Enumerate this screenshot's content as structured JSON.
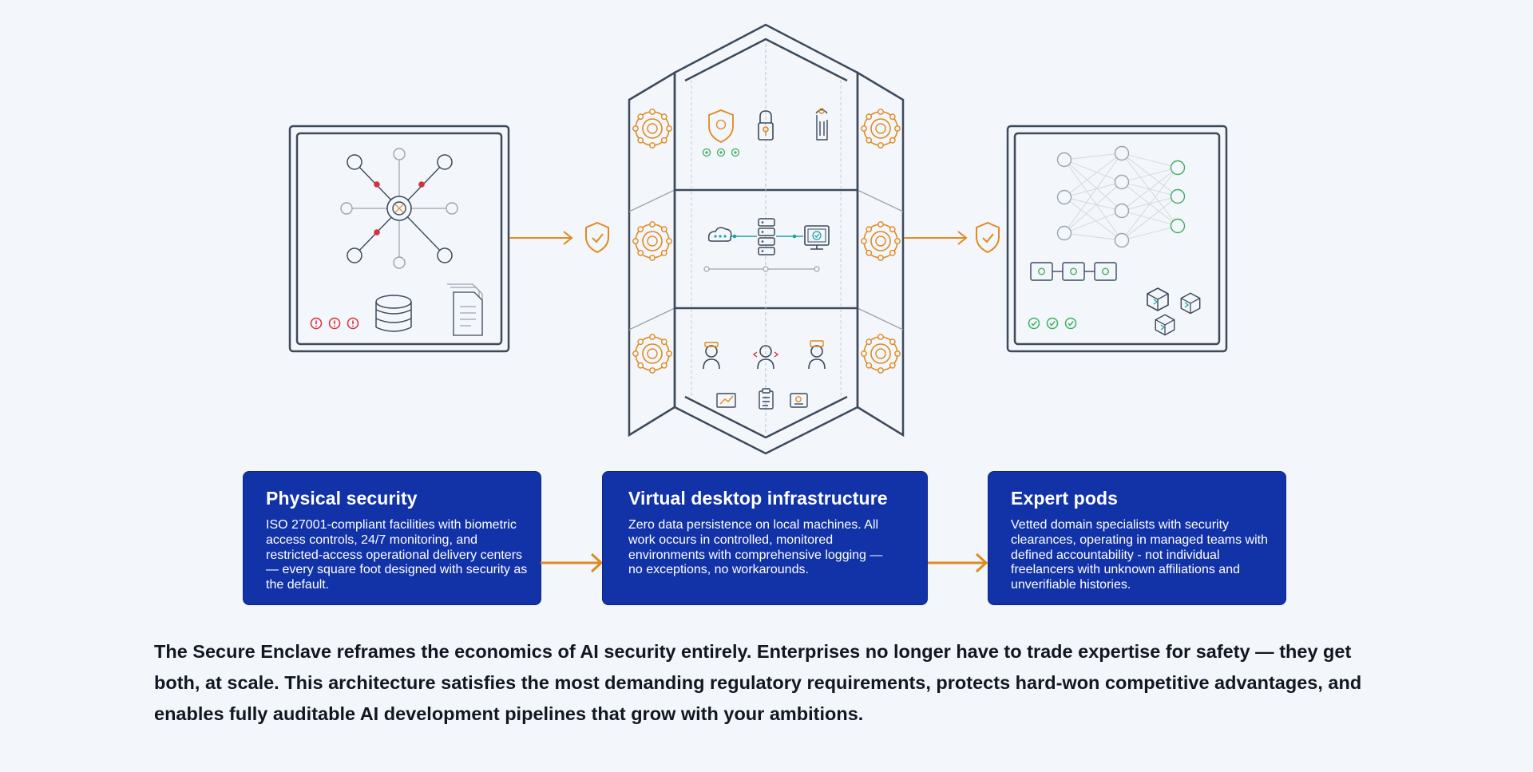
{
  "cards": [
    {
      "title": "Physical security",
      "body": "ISO 27001-compliant facilities with biometric access controls, 24/7 monitoring, and restricted-access operational delivery centers — every square foot designed with security as the default."
    },
    {
      "title": "Virtual desktop infrastructure",
      "body": "Zero data persistence on local machines. All work occurs in controlled, monitored environments with comprehensive logging — no exceptions, no workarounds."
    },
    {
      "title": "Expert pods",
      "body": "Vetted domain specialists with security clearances, operating in managed teams with defined accountability - not individual freelancers with unknown affiliations and unverifiable histories."
    }
  ],
  "summary": "The Secure Enclave reframes the economics of AI security entirely. Enterprises no longer have to trade expertise for safety — they get both, at scale. This architecture satisfies the most demanding regulatory requirements, protects hard-won competitive advantages, and enables fully auditable AI development pipelines that grow with your ambitions.",
  "colors": {
    "background": "#f3f6fa",
    "card": "#1233a8",
    "accent_orange": "#e08a22",
    "outline": "#3c4a5c",
    "alert_red": "#d9303a",
    "check_green": "#3fae63",
    "teal": "#1aa3a8"
  },
  "icons": {
    "physical_panel": [
      "network-hub-icon",
      "database-icon",
      "document-icon",
      "alert-icon"
    ],
    "enclave_top": [
      "shield-icon",
      "padlock-icon",
      "fingerprint-icon"
    ],
    "enclave_middle": [
      "cloud-icon",
      "server-icon",
      "monitor-icon"
    ],
    "enclave_bottom": [
      "person-icon",
      "chart-icon",
      "clipboard-icon",
      "id-card-icon"
    ],
    "expert_panel": [
      "neural-network-icon",
      "cube-icon",
      "check-icon"
    ],
    "connectors": [
      "shield-check-icon",
      "arrow-right-icon"
    ]
  }
}
